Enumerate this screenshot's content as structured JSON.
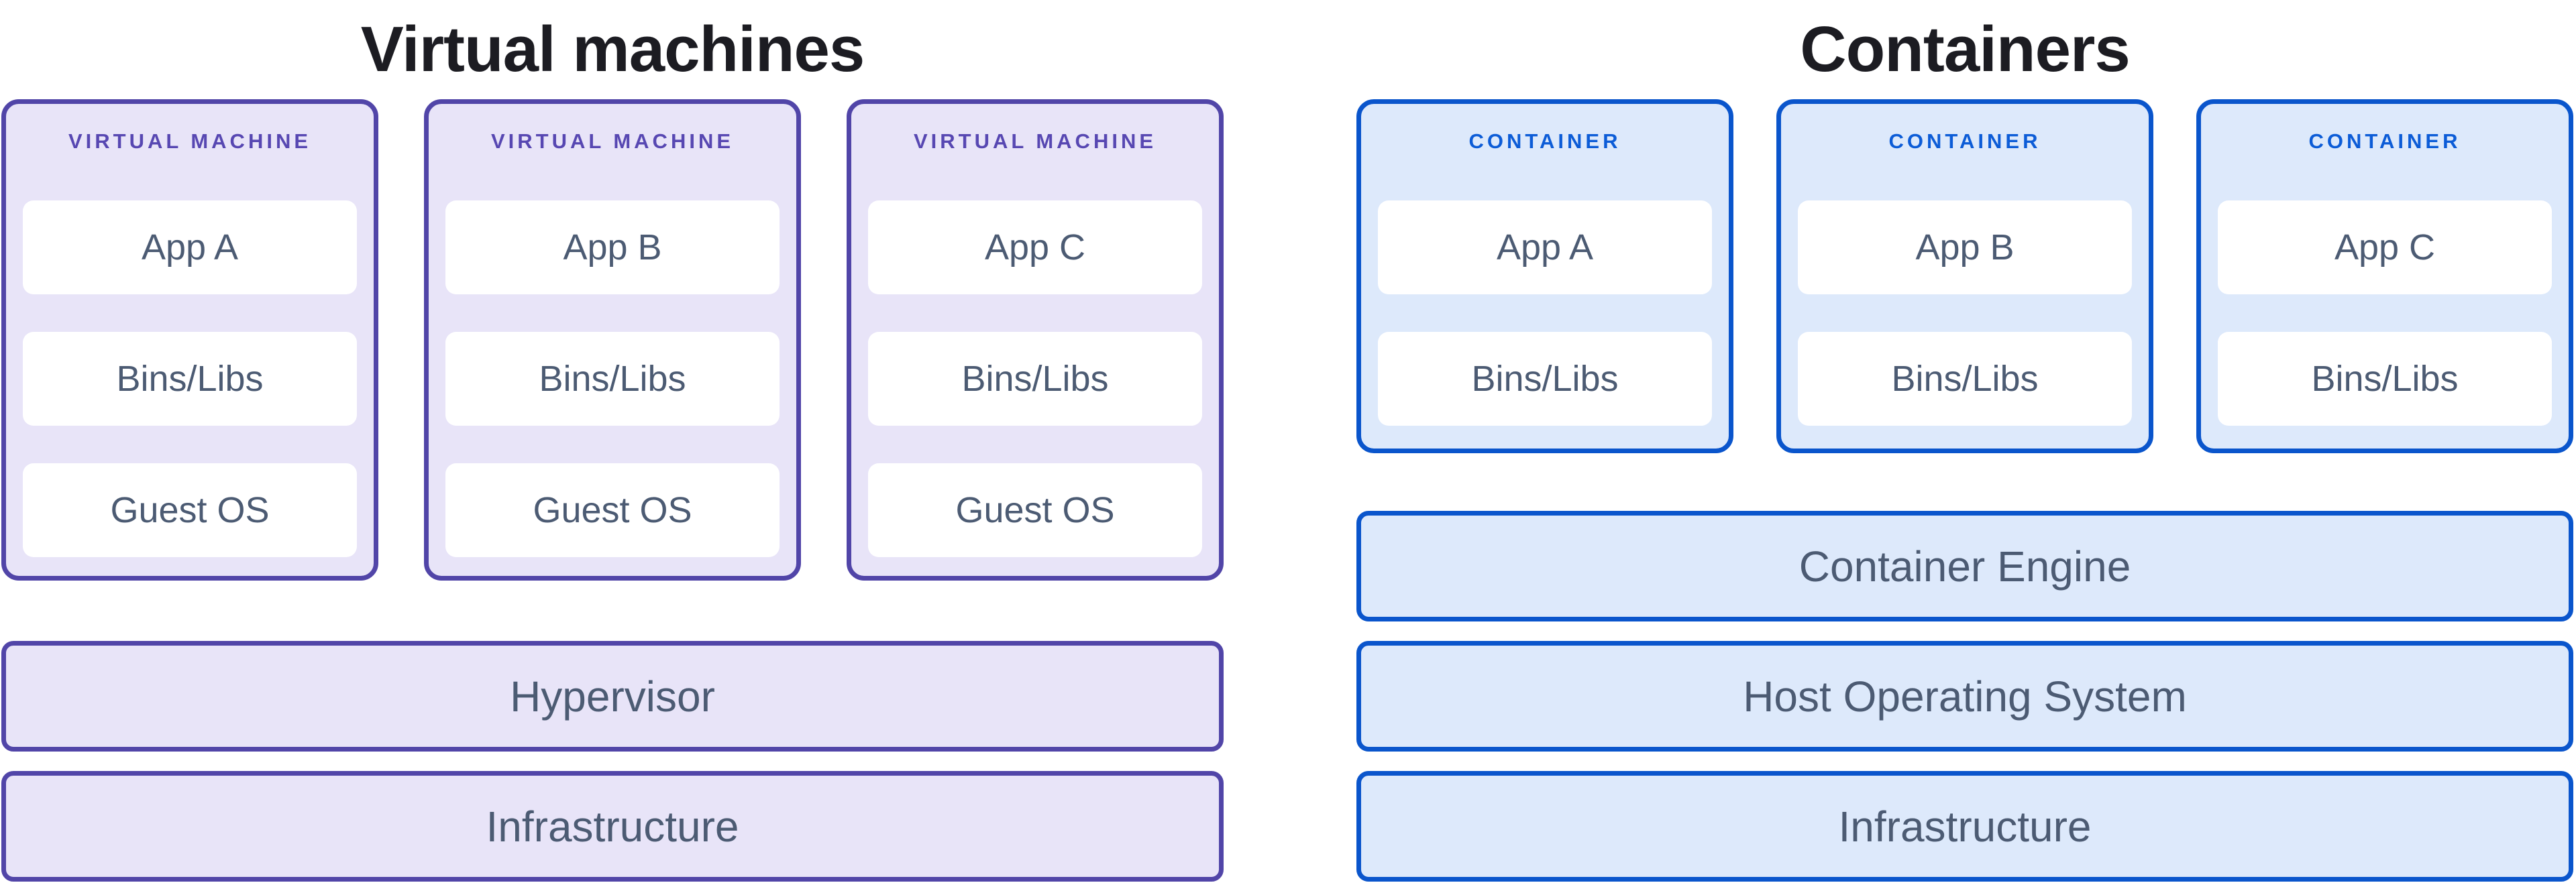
{
  "left": {
    "title": "Virtual machines",
    "cards": [
      {
        "header": "VIRTUAL MACHINE",
        "items": [
          "App A",
          "Bins/Libs",
          "Guest OS"
        ]
      },
      {
        "header": "VIRTUAL MACHINE",
        "items": [
          "App B",
          "Bins/Libs",
          "Guest OS"
        ]
      },
      {
        "header": "VIRTUAL MACHINE",
        "items": [
          "App C",
          "Bins/Libs",
          "Guest OS"
        ]
      }
    ],
    "bars": [
      "Hypervisor",
      "Infrastructure"
    ]
  },
  "right": {
    "title": "Containers",
    "cards": [
      {
        "header": "CONTAINER",
        "items": [
          "App A",
          "Bins/Libs"
        ]
      },
      {
        "header": "CONTAINER",
        "items": [
          "App B",
          "Bins/Libs"
        ]
      },
      {
        "header": "CONTAINER",
        "items": [
          "App C",
          "Bins/Libs"
        ]
      }
    ],
    "bars": [
      "Container Engine",
      "Host Operating System",
      "Infrastructure"
    ]
  },
  "colors": {
    "page-bg": "#ffffff",
    "title-color": "#1c1c22",
    "purple": "#5145A8",
    "purple-fill": "#E8E4F8",
    "purple-text": "#5747B2",
    "blue": "#0A55CC",
    "blue-fill": "#DDE9FB",
    "blue-text": "#0C5CD7",
    "slate": "#4C5B73"
  }
}
